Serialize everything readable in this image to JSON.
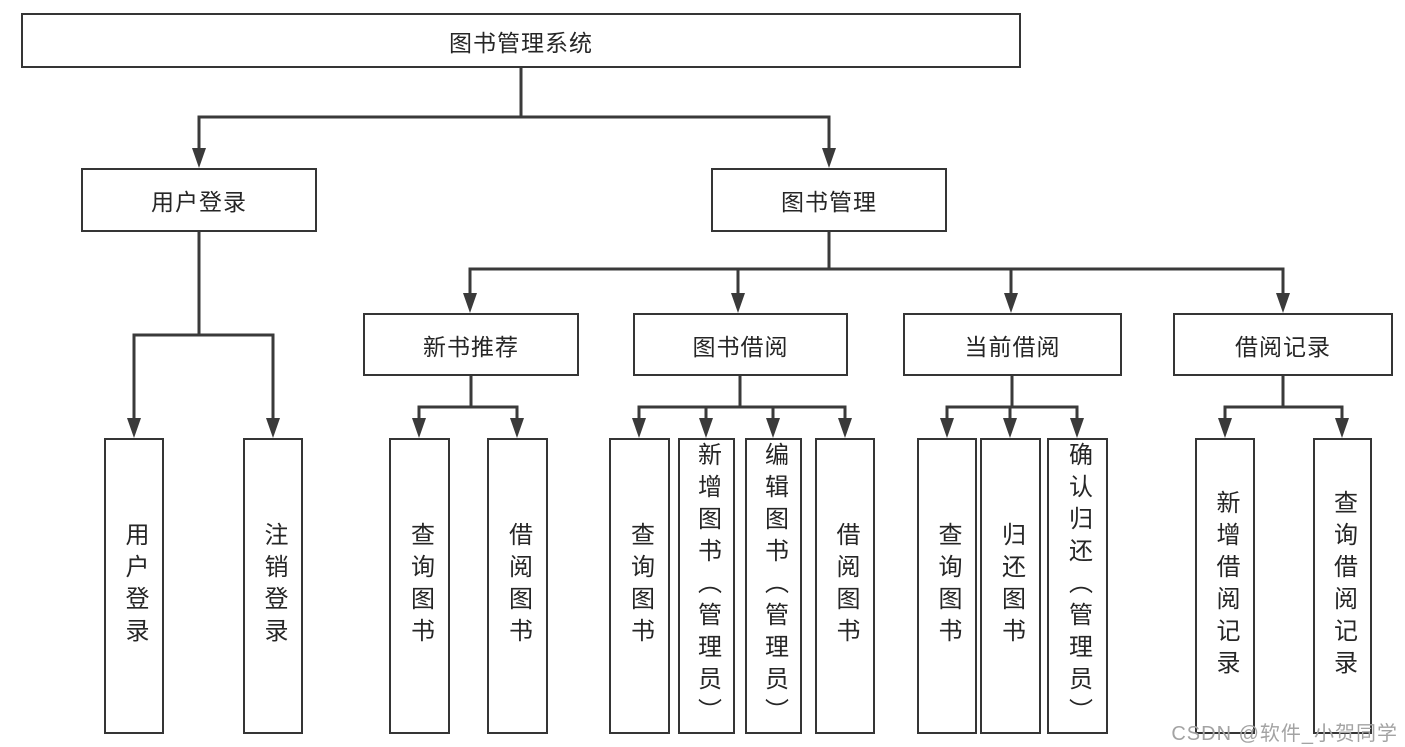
{
  "colors": {
    "line": "#3a3a3a",
    "box_border": "#353535",
    "text": "#262626",
    "watermark": "#a3a3a3",
    "background": "#ffffff"
  },
  "tree": {
    "label": "图书管理系统",
    "children": [
      {
        "label": "用户登录",
        "children": [
          {
            "label": "用户登录"
          },
          {
            "label": "注销登录"
          }
        ]
      },
      {
        "label": "图书管理",
        "children": [
          {
            "label": "新书推荐",
            "children": [
              {
                "label": "查询图书"
              },
              {
                "label": "借阅图书"
              }
            ]
          },
          {
            "label": "图书借阅",
            "children": [
              {
                "label": "查询图书"
              },
              {
                "label": "新增图书（管理员）"
              },
              {
                "label": "编辑图书（管理员）"
              },
              {
                "label": "借阅图书"
              }
            ]
          },
          {
            "label": "当前借阅",
            "children": [
              {
                "label": "查询图书"
              },
              {
                "label": "归还图书"
              },
              {
                "label": "确认归还（管理员）"
              }
            ]
          },
          {
            "label": "借阅记录",
            "children": [
              {
                "label": "新增借阅记录"
              },
              {
                "label": "查询借阅记录"
              }
            ]
          }
        ]
      }
    ]
  },
  "watermark": {
    "text": "CSDN @软件_小贺同学"
  }
}
